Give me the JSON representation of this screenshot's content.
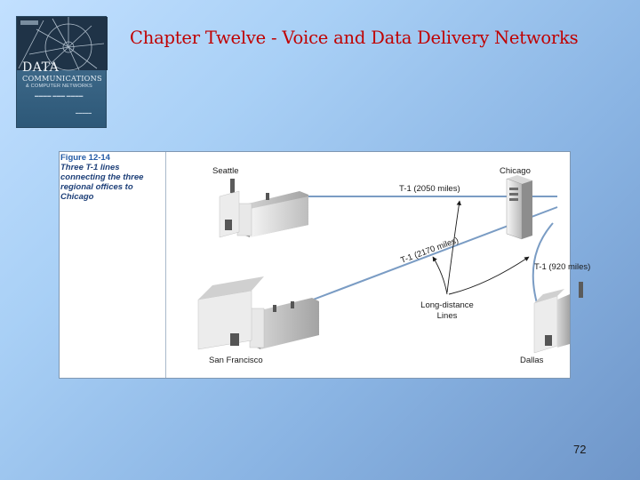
{
  "slide": {
    "title": "Chapter Twelve - Voice and Data Delivery Networks",
    "page_number": "72"
  },
  "book_cover": {
    "line1": "DATA",
    "line2": "COMMUNICATIONS",
    "line3": "& COMPUTER NETWORKS"
  },
  "figure": {
    "label": "Figure 12-14",
    "caption": "Three T-1 lines connecting the three regional offices to Chicago",
    "nodes": {
      "seattle": "Seattle",
      "chicago": "Chicago",
      "san_francisco": "San Francisco",
      "dallas": "Dallas"
    },
    "links": {
      "seattle_chicago": "T-1 (2050 miles)",
      "sf_chicago": "T-1 (2170 miles)",
      "dallas_chicago": "T-1 (920 miles)"
    },
    "annotation": [
      "Long-distance",
      "Lines"
    ]
  }
}
